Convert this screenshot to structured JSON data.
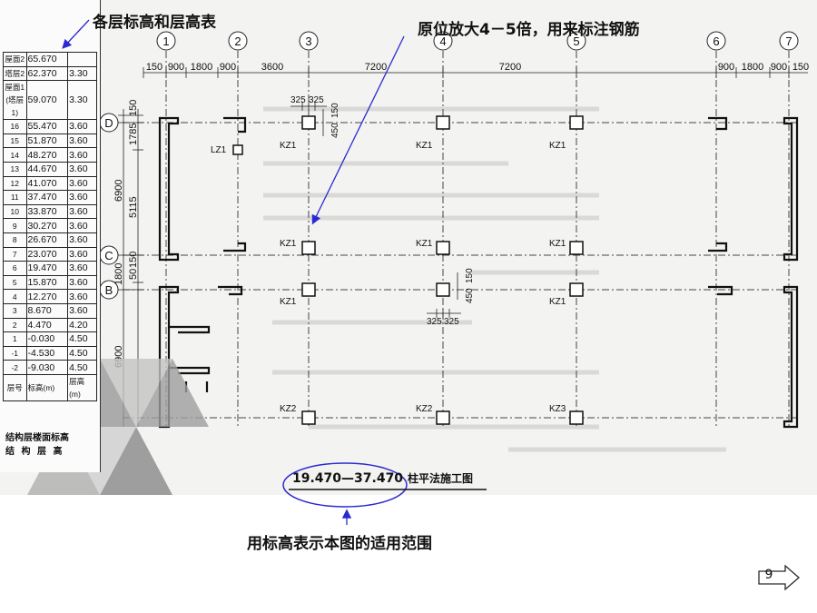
{
  "annotations": {
    "table_label": "各层标高和层高表",
    "enlarge_note": "原位放大4－5倍，用来标注钢筋",
    "scope_note": "用标高表示本图的适用范围"
  },
  "table": {
    "rows": [
      {
        "floor": "屋面2",
        "elev": "65.670",
        "height": ""
      },
      {
        "floor": "塔层2",
        "elev": "62.370",
        "height": "3.30"
      },
      {
        "floor": "屋面1 (塔层1)",
        "elev": "59.070",
        "height": "3.30"
      },
      {
        "floor": "16",
        "elev": "55.470",
        "height": "3.60"
      },
      {
        "floor": "15",
        "elev": "51.870",
        "height": "3.60"
      },
      {
        "floor": "14",
        "elev": "48.270",
        "height": "3.60"
      },
      {
        "floor": "13",
        "elev": "44.670",
        "height": "3.60"
      },
      {
        "floor": "12",
        "elev": "41.070",
        "height": "3.60"
      },
      {
        "floor": "11",
        "elev": "37.470",
        "height": "3.60"
      },
      {
        "floor": "10",
        "elev": "33.870",
        "height": "3.60"
      },
      {
        "floor": "9",
        "elev": "30.270",
        "height": "3.60"
      },
      {
        "floor": "8",
        "elev": "26.670",
        "height": "3.60"
      },
      {
        "floor": "7",
        "elev": "23.070",
        "height": "3.60"
      },
      {
        "floor": "6",
        "elev": "19.470",
        "height": "3.60"
      },
      {
        "floor": "5",
        "elev": "15.870",
        "height": "3.60"
      },
      {
        "floor": "4",
        "elev": "12.270",
        "height": "3.60"
      },
      {
        "floor": "3",
        "elev": "8.670",
        "height": "3.60"
      },
      {
        "floor": "2",
        "elev": "4.470",
        "height": "4.20"
      },
      {
        "floor": "1",
        "elev": "-0.030",
        "height": "4.50"
      },
      {
        "floor": "-1",
        "elev": "-4.530",
        "height": "4.50"
      },
      {
        "floor": "-2",
        "elev": "-9.030",
        "height": "4.50"
      }
    ],
    "header": {
      "floor": "层号",
      "elev": "标高(m)",
      "height": "层高 (m)"
    },
    "footer_1": "结构层楼面标高",
    "footer_2": "结 构 层 高"
  },
  "caption": {
    "title": "19.470—37.470",
    "suffix": "柱平法施工图"
  },
  "axes": {
    "cols": [
      "1",
      "2",
      "3",
      "4",
      "5",
      "6",
      "7"
    ],
    "rows": [
      "D",
      "C",
      "B"
    ]
  },
  "dims": {
    "top": [
      "150",
      "900",
      "1800",
      "900",
      "3600",
      "7200",
      "7200",
      "900",
      "1800",
      "900",
      "150"
    ],
    "left": [
      "150",
      "1785",
      "6900",
      "5115",
      "1800",
      "50",
      "150",
      "6900"
    ],
    "col_detail": [
      "325",
      "325",
      "450",
      "150"
    ]
  },
  "labels": {
    "kz1": "KZ1",
    "kz2": "KZ2",
    "kz3": "KZ3",
    "lz1": "LZ1"
  },
  "page_number": "9"
}
